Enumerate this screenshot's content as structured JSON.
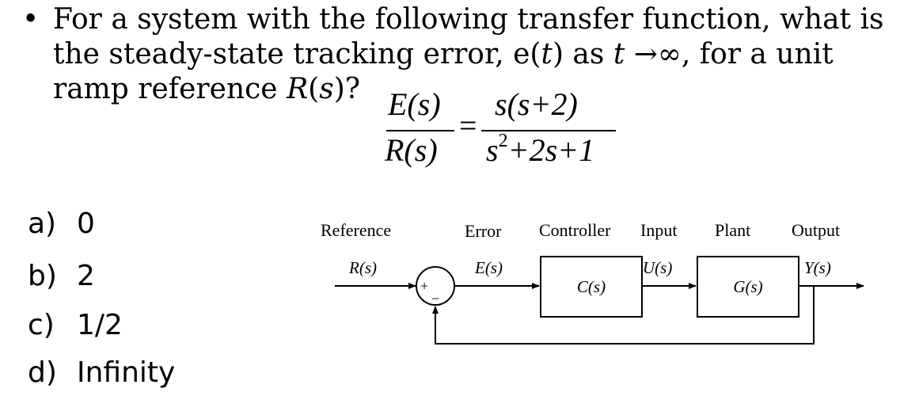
{
  "question": {
    "bullet": "•",
    "line1": "For a system with the following transfer function, what is",
    "line2_a": "the steady-state tracking error, e(",
    "line2_t": "t",
    "line2_b": ") as ",
    "line2_t2": "t",
    "line2_c": " →∞, for a unit",
    "line3_a": "ramp reference ",
    "line3_R": "R",
    "line3_b": "(",
    "line3_s": "s",
    "line3_c": ")?"
  },
  "equation": {
    "numerator_left": "E(s)",
    "denominator_left": "R(s)",
    "equals": "=",
    "numerator_right": "s(s+2)",
    "denominator_right_a": "s",
    "denominator_right_sup": "2",
    "denominator_right_b": "+2s+1"
  },
  "options": [
    {
      "letter": "a)",
      "text": "0"
    },
    {
      "letter": "b)",
      "text": "2"
    },
    {
      "letter": "c)",
      "text": "1/2"
    },
    {
      "letter": "d)",
      "text": "Infinity"
    }
  ],
  "diagram": {
    "headers": {
      "reference": "Reference",
      "error": "Error",
      "controller": "Controller",
      "input": "Input",
      "plant": "Plant",
      "output": "Output"
    },
    "signals": {
      "reference": "R(s)",
      "error": "E(s)",
      "input": "U(s)",
      "output": "Y(s)"
    },
    "blocks": {
      "controller": "C(s)",
      "plant": "G(s)"
    },
    "summing_junction": {
      "plus": "+",
      "minus": "−"
    }
  }
}
